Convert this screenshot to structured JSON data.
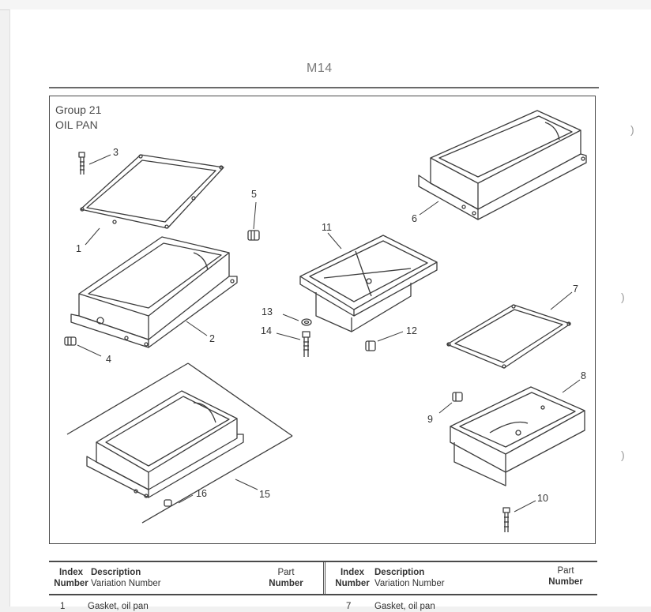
{
  "document": {
    "page_code": "M14",
    "group_label": "Group 21",
    "group_title": "OIL PAN"
  },
  "callouts": [
    "1",
    "2",
    "3",
    "4",
    "5",
    "6",
    "7",
    "8",
    "9",
    "10",
    "11",
    "12",
    "13",
    "14",
    "15",
    "16"
  ],
  "parts_table": {
    "left": {
      "header_index": [
        "Index",
        "Number"
      ],
      "header_description": [
        "Description",
        "Variation Number"
      ],
      "header_part": [
        "Part",
        "Number"
      ],
      "first_row": {
        "index": "1",
        "description": "Gasket, oil pan"
      }
    },
    "right": {
      "header_index": [
        "Index",
        "Number"
      ],
      "header_description": [
        "Description",
        "Variation Number"
      ],
      "header_part": [
        "Part",
        "Number"
      ],
      "first_row": {
        "index": "7",
        "description": "Gasket, oil pan"
      }
    }
  }
}
